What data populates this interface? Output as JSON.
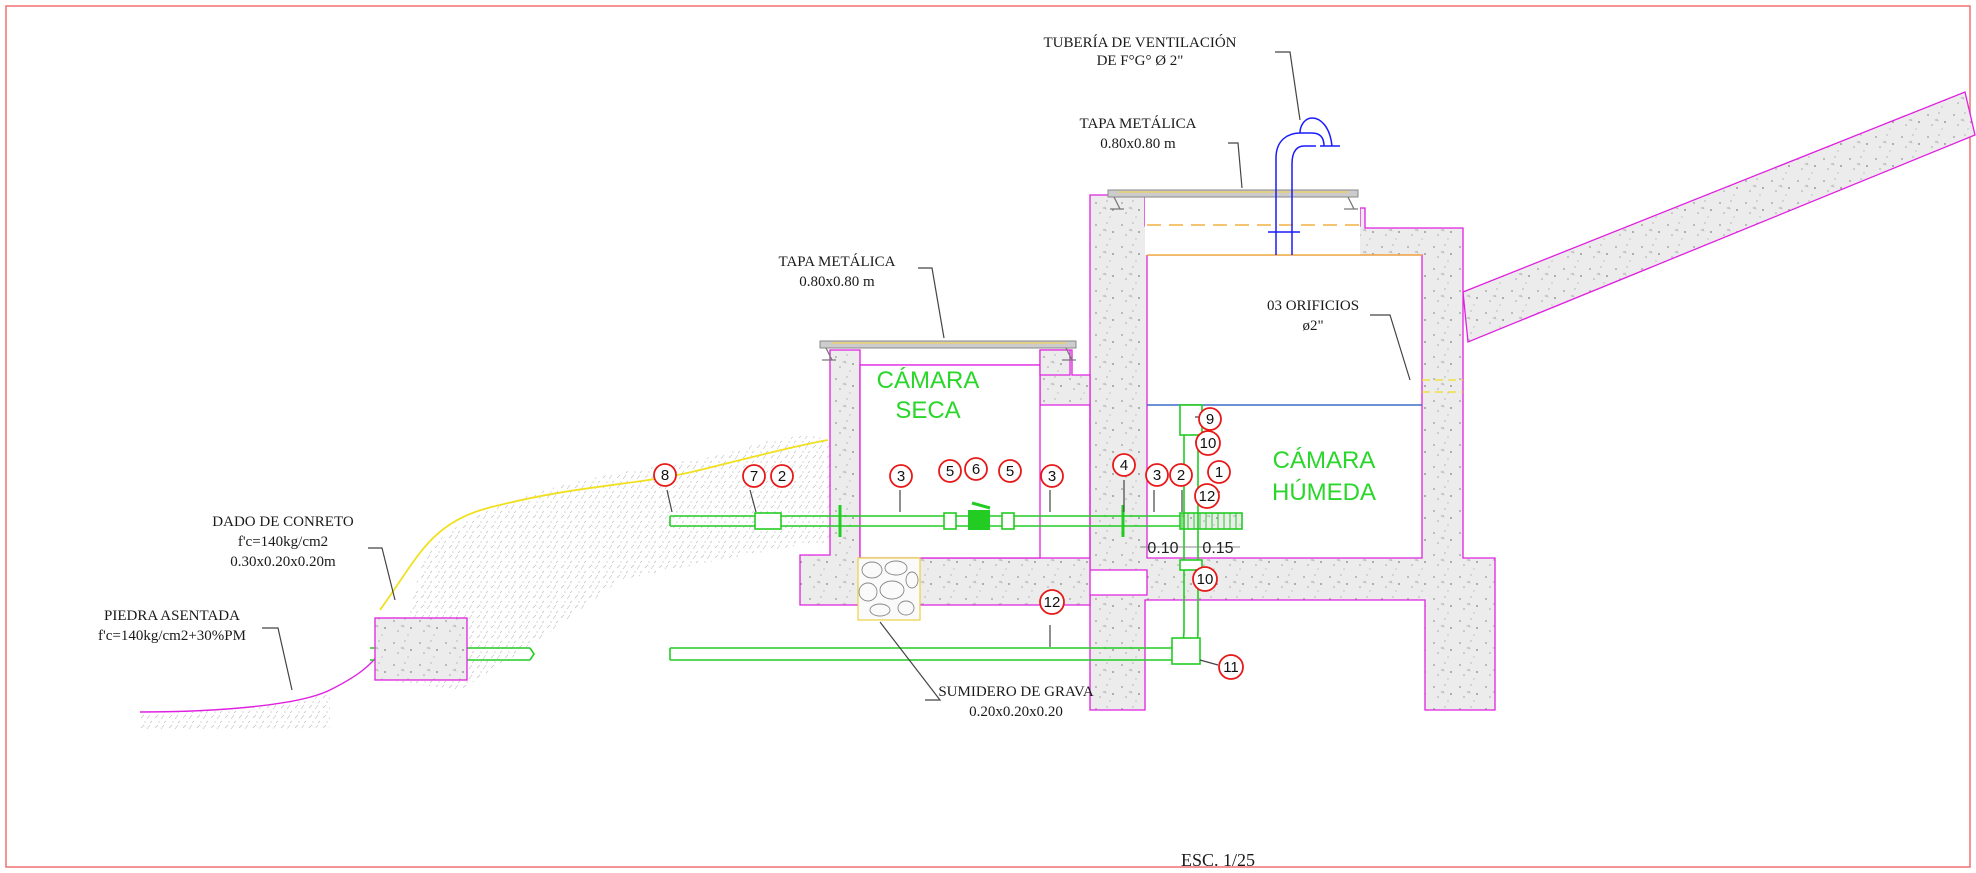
{
  "labels": {
    "vent_line1": "TUBERÍA DE VENTILACIÓN",
    "vent_line2": "DE F°G° Ø 2\"",
    "tapa_right_line1": "TAPA METÁLICA",
    "tapa_right_line2": "0.80x0.80 m",
    "tapa_left_line1": "TAPA METÁLICA",
    "tapa_left_line2": "0.80x0.80 m",
    "orificios_line1": "03 ORIFICIOS",
    "orificios_line2": "ø2\"",
    "camara_seca_line1": "CÁMARA",
    "camara_seca_line2": "SECA",
    "camara_humeda_line1": "CÁMARA",
    "camara_humeda_line2": "HÚMEDA",
    "dado_line1": "DADO DE CONRETO",
    "dado_line2": "f'c=140kg/cm2",
    "dado_line3": "0.30x0.20x0.20m",
    "piedra_line1": "PIEDRA ASENTADA",
    "piedra_line2": "f'c=140kg/cm2+30%PM",
    "sumidero_line1": "SUMIDERO DE GRAVA",
    "sumidero_line2": "0.20x0.20x0.20",
    "dim_a": "0.10",
    "dim_b": "0.15",
    "scale": "ESC. 1/25"
  },
  "callouts": {
    "c8": "8",
    "c7": "7",
    "c2a": "2",
    "c3a": "3",
    "c5a": "5",
    "c6": "6",
    "c5b": "5",
    "c3b": "3",
    "c4": "4",
    "c3c": "3",
    "c2b": "2",
    "c1": "1",
    "c12a": "12",
    "c9": "9",
    "c10a": "10",
    "c10b": "10",
    "c12b": "12",
    "c11": "11"
  },
  "colors": {
    "frame": "#f07070",
    "wall_outline": "#e020e0",
    "pipe": "#22cc22",
    "vent_pipe": "#1a1aff",
    "callout": "#e81818",
    "chamber_text": "#2bd62b",
    "ground": "#f0e020"
  }
}
